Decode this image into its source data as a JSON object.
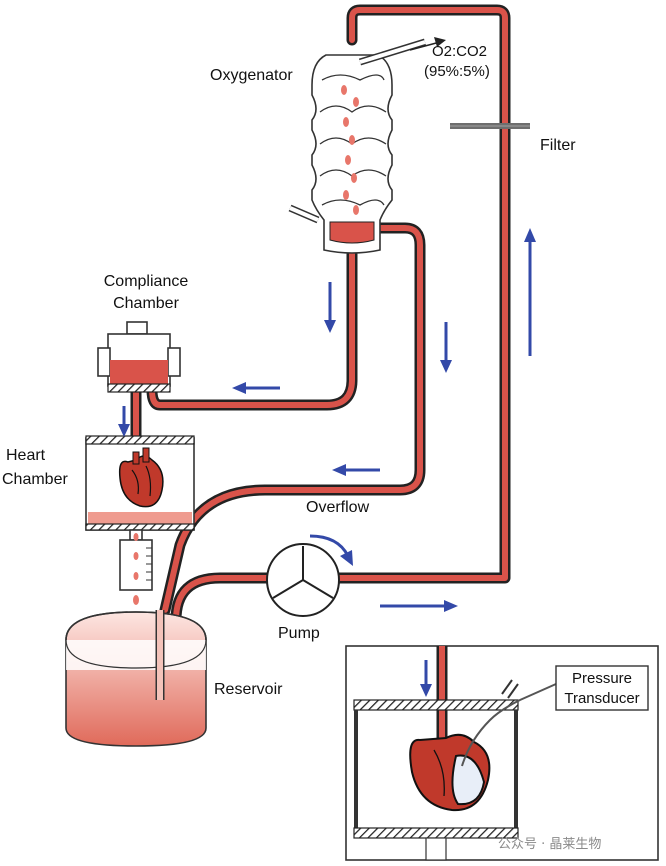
{
  "labels": {
    "oxygenator": "Oxygenator",
    "gas_line1": "O2:CO2",
    "gas_line2": "(95%:5%)",
    "filter": "Filter",
    "compliance1": "Compliance",
    "compliance2": "Chamber",
    "heart1": "Heart",
    "heart2": "Chamber",
    "overflow": "Overflow",
    "pump": "Pump",
    "reservoir": "Reservoir",
    "pressure1": "Pressure",
    "pressure2": "Transducer"
  },
  "watermark": "公众号 · 晶莱生物",
  "colors": {
    "perfusate": "#d9534a",
    "tube_outline": "#222222",
    "arrow": "#3349a8",
    "heart": "#c0392b"
  }
}
